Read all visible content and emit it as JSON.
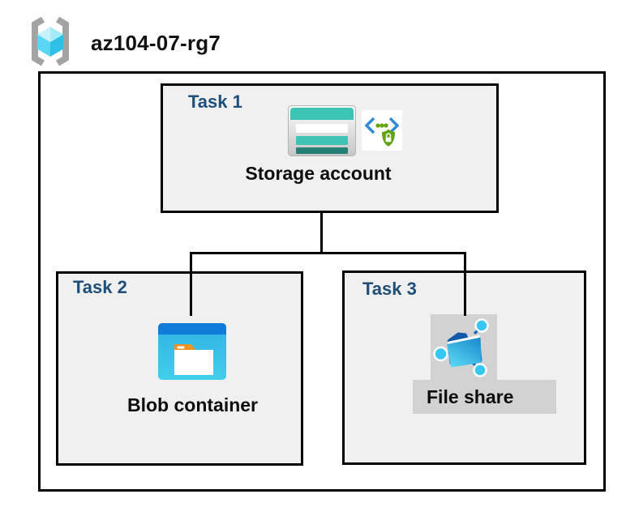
{
  "header": {
    "title": "az104-07-rg7",
    "icon": "resource-group-icon"
  },
  "diagram": {
    "tasks": [
      {
        "label": "Task 1",
        "item": "Storage account",
        "icons": [
          "storage-account-icon",
          "api-security-lock-icon"
        ]
      },
      {
        "label": "Task 2",
        "item": "Blob container",
        "icons": [
          "blob-container-icon"
        ]
      },
      {
        "label": "Task 3",
        "item": "File share",
        "icons": [
          "file-share-icon"
        ]
      }
    ],
    "connections": [
      {
        "from": "Storage account",
        "to": "Blob container"
      },
      {
        "from": "Storage account",
        "to": "File share"
      }
    ]
  },
  "colors": {
    "task_label": "#1F4E79",
    "box_fill": "#F0F0F0",
    "border": "#000000",
    "highlight_gray": "#D2D2D2",
    "storage_teal": "#3EC3B4",
    "storage_teal_dark": "#267F73",
    "blob_header_blue": "#0E7CD8",
    "blob_body_blue": "#35BDE9",
    "folder_tab_orange": "#F19322",
    "file_share_blue": "#1E9AD4",
    "node_cyan": "#35C8F2",
    "api_green": "#61A410",
    "api_blue": "#2F8AD6",
    "rg_bracket_gray": "#A3A3A3",
    "rg_cube_cyan": "#55D4F1"
  }
}
